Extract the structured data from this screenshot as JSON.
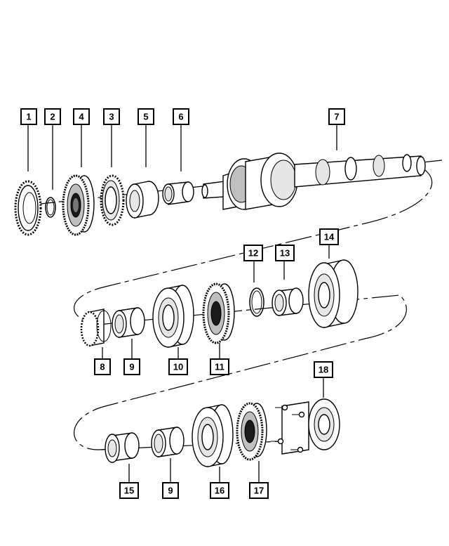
{
  "diagram": {
    "callouts": [
      {
        "id": "c1",
        "label": "1"
      },
      {
        "id": "c2",
        "label": "2"
      },
      {
        "id": "c4",
        "label": "4"
      },
      {
        "id": "c3",
        "label": "3"
      },
      {
        "id": "c5",
        "label": "5"
      },
      {
        "id": "c6",
        "label": "6"
      },
      {
        "id": "c7",
        "label": "7"
      },
      {
        "id": "c12",
        "label": "12"
      },
      {
        "id": "c13",
        "label": "13"
      },
      {
        "id": "c14",
        "label": "14"
      },
      {
        "id": "c8",
        "label": "8"
      },
      {
        "id": "c9a",
        "label": "9"
      },
      {
        "id": "c10",
        "label": "10"
      },
      {
        "id": "c11",
        "label": "11"
      },
      {
        "id": "c18",
        "label": "18"
      },
      {
        "id": "c15",
        "label": "15"
      },
      {
        "id": "c9b",
        "label": "9"
      },
      {
        "id": "c16",
        "label": "16"
      },
      {
        "id": "c17",
        "label": "17"
      }
    ]
  }
}
